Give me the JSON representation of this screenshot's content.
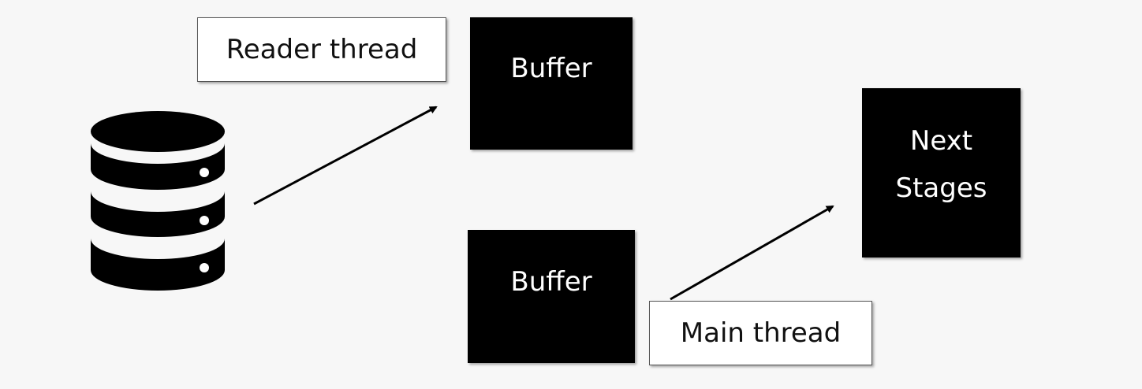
{
  "diagram": {
    "buffer_top": "Buffer",
    "buffer_bottom": "Buffer",
    "next_stages_line1": "Next",
    "next_stages_line2": "Stages",
    "reader_thread_label": "Reader thread",
    "main_thread_label": "Main thread",
    "icons": {
      "database": "database-icon"
    },
    "colors": {
      "background": "#f7f7f7",
      "box_fill": "#000000",
      "box_text": "#ffffff",
      "label_fill": "#ffffff",
      "arrow": "#000000"
    }
  }
}
